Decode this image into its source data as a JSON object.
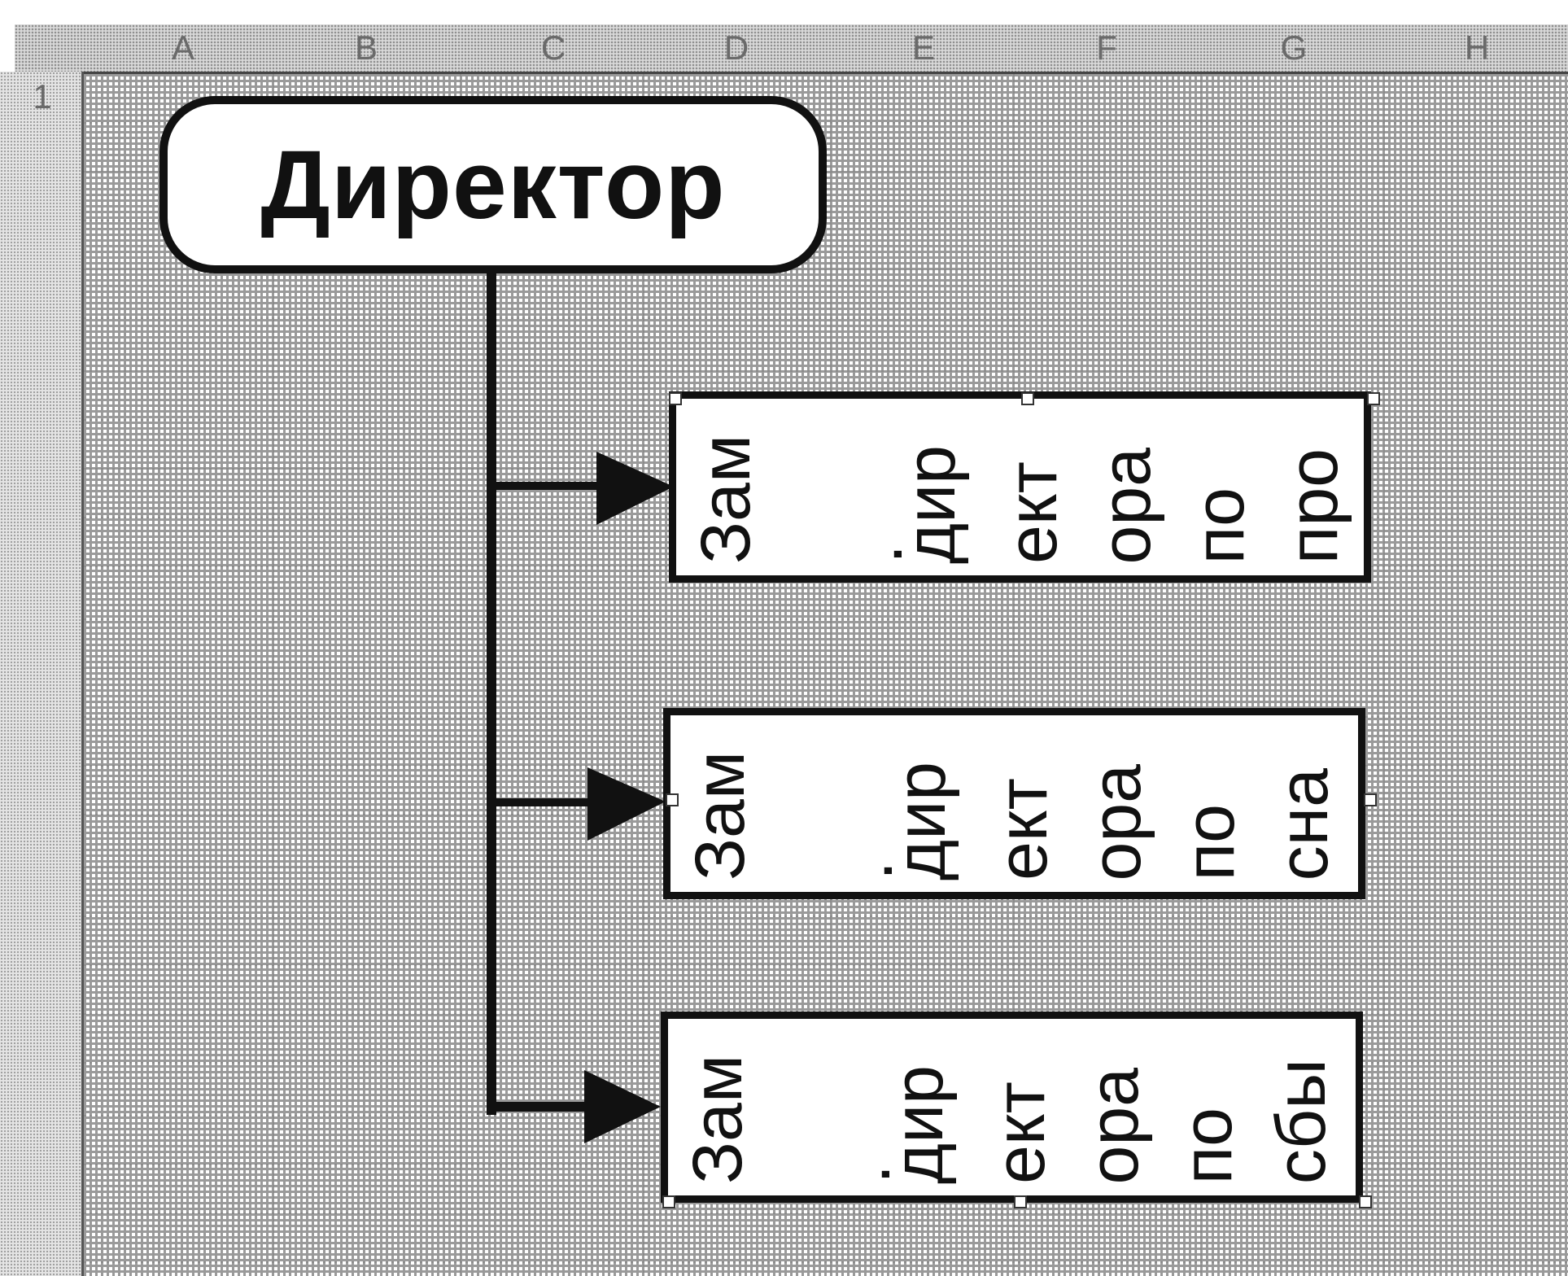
{
  "spreadsheet": {
    "columns": [
      "A",
      "B",
      "C",
      "D",
      "E",
      "F",
      "G",
      "H"
    ],
    "rows": [
      "1"
    ]
  },
  "org_chart": {
    "director_label": "Директор",
    "boxes": [
      {
        "words": [
          "Зам",
          ".",
          "дир",
          "ект",
          "ора",
          "по",
          "про"
        ]
      },
      {
        "words": [
          "Зам",
          ".",
          "дир",
          "ект",
          "ора",
          "по",
          "сна"
        ]
      },
      {
        "words": [
          "Зам",
          ".",
          "дир",
          "ект",
          "ора",
          "по",
          "сбы"
        ]
      }
    ]
  }
}
